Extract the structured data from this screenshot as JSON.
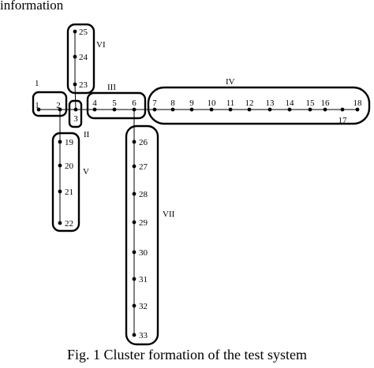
{
  "header_text": "information",
  "caption": "Fig. 1 Cluster formation of the test system",
  "nodes": [
    {
      "id": "1",
      "label": "1"
    },
    {
      "id": "2",
      "label": "2"
    },
    {
      "id": "3",
      "label": "3"
    },
    {
      "id": "4",
      "label": "4"
    },
    {
      "id": "5",
      "label": "5"
    },
    {
      "id": "6",
      "label": "6"
    },
    {
      "id": "7",
      "label": "7"
    },
    {
      "id": "8",
      "label": "8"
    },
    {
      "id": "9",
      "label": "9"
    },
    {
      "id": "10",
      "label": "10"
    },
    {
      "id": "11",
      "label": "11"
    },
    {
      "id": "12",
      "label": "12"
    },
    {
      "id": "13",
      "label": "13"
    },
    {
      "id": "14",
      "label": "14"
    },
    {
      "id": "15",
      "label": "15"
    },
    {
      "id": "16",
      "label": "16"
    },
    {
      "id": "17",
      "label": "17"
    },
    {
      "id": "18",
      "label": "18"
    },
    {
      "id": "19",
      "label": "19"
    },
    {
      "id": "20",
      "label": "20"
    },
    {
      "id": "21",
      "label": "21"
    },
    {
      "id": "22",
      "label": "22"
    },
    {
      "id": "23",
      "label": "23"
    },
    {
      "id": "24",
      "label": "24"
    },
    {
      "id": "25",
      "label": "25"
    },
    {
      "id": "26",
      "label": "26"
    },
    {
      "id": "27",
      "label": "27"
    },
    {
      "id": "28",
      "label": "28"
    },
    {
      "id": "29",
      "label": "29"
    },
    {
      "id": "30",
      "label": "30"
    },
    {
      "id": "31",
      "label": "31"
    },
    {
      "id": "32",
      "label": "32"
    },
    {
      "id": "33",
      "label": "33"
    }
  ],
  "edges": [
    [
      "1",
      "2"
    ],
    [
      "2",
      "3"
    ],
    [
      "3",
      "4"
    ],
    [
      "4",
      "5"
    ],
    [
      "5",
      "6"
    ],
    [
      "6",
      "7"
    ],
    [
      "7",
      "8"
    ],
    [
      "8",
      "9"
    ],
    [
      "9",
      "10"
    ],
    [
      "10",
      "11"
    ],
    [
      "11",
      "12"
    ],
    [
      "12",
      "13"
    ],
    [
      "13",
      "14"
    ],
    [
      "14",
      "15"
    ],
    [
      "15",
      "16"
    ],
    [
      "16",
      "17"
    ],
    [
      "17",
      "18"
    ],
    [
      "2",
      "19"
    ],
    [
      "19",
      "20"
    ],
    [
      "20",
      "21"
    ],
    [
      "21",
      "22"
    ],
    [
      "3",
      "23"
    ],
    [
      "23",
      "24"
    ],
    [
      "24",
      "25"
    ],
    [
      "6",
      "26"
    ],
    [
      "26",
      "27"
    ],
    [
      "27",
      "28"
    ],
    [
      "28",
      "29"
    ],
    [
      "29",
      "30"
    ],
    [
      "30",
      "31"
    ],
    [
      "31",
      "32"
    ],
    [
      "32",
      "33"
    ]
  ],
  "clusters": [
    {
      "id": "I",
      "label": "1"
    },
    {
      "id": "II",
      "label": "II"
    },
    {
      "id": "III",
      "label": "III"
    },
    {
      "id": "IV",
      "label": "IV"
    },
    {
      "id": "V",
      "label": "V"
    },
    {
      "id": "VI",
      "label": "VI"
    },
    {
      "id": "VII",
      "label": "VII"
    }
  ]
}
